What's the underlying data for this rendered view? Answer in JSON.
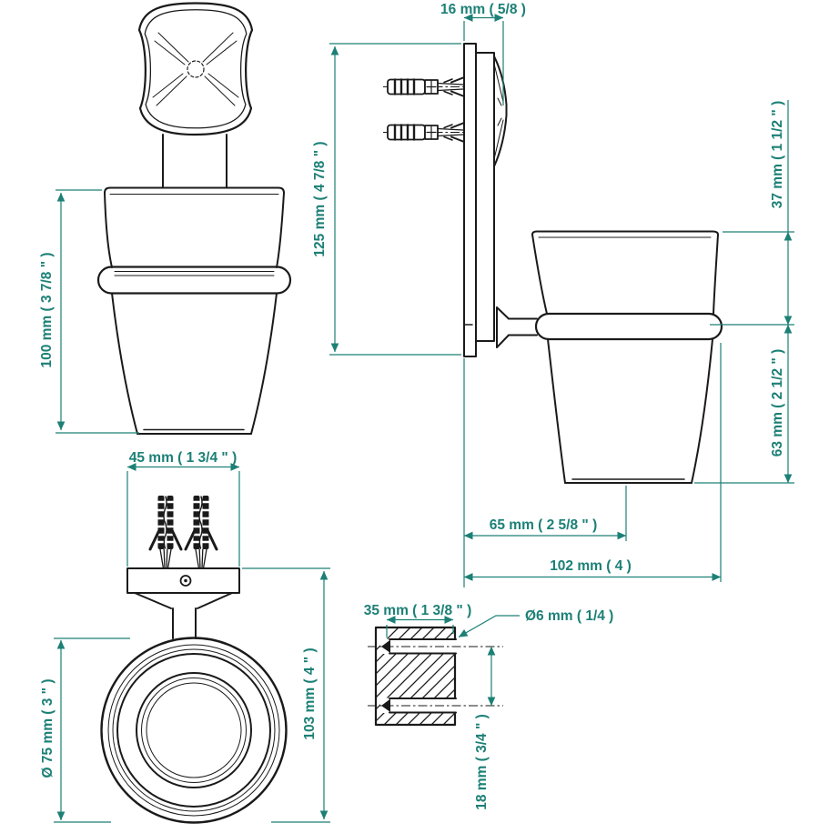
{
  "colors": {
    "line": "#1a1a1a",
    "dimension": "#1c8076",
    "background": "#ffffff"
  },
  "dimensions": {
    "front_height": "100 mm ( 3 7/8 \" )",
    "plate_width": "45 mm ( 1 3/4 \" )",
    "knob_depth": "16 mm ( 5/8 )",
    "side_height": "125 mm ( 4 7/8 \" )",
    "rim_to_ring": "37 mm ( 1 1/2 \" )",
    "ring_to_bottom": "63 mm ( 2 1/2 \" )",
    "wall_to_cup_center": "65 mm ( 2 5/8 \" )",
    "total_depth": "102 mm ( 4 )",
    "ring_diameter": "Ø 75 mm ( 3 \" )",
    "bottom_height": "103 mm ( 4 \" )",
    "hole_depth": "35 mm ( 1 3/8 \" )",
    "hole_diameter": "Ø6 mm ( 1/4 )",
    "hole_spacing": "18 mm ( 3/4 \" )"
  }
}
